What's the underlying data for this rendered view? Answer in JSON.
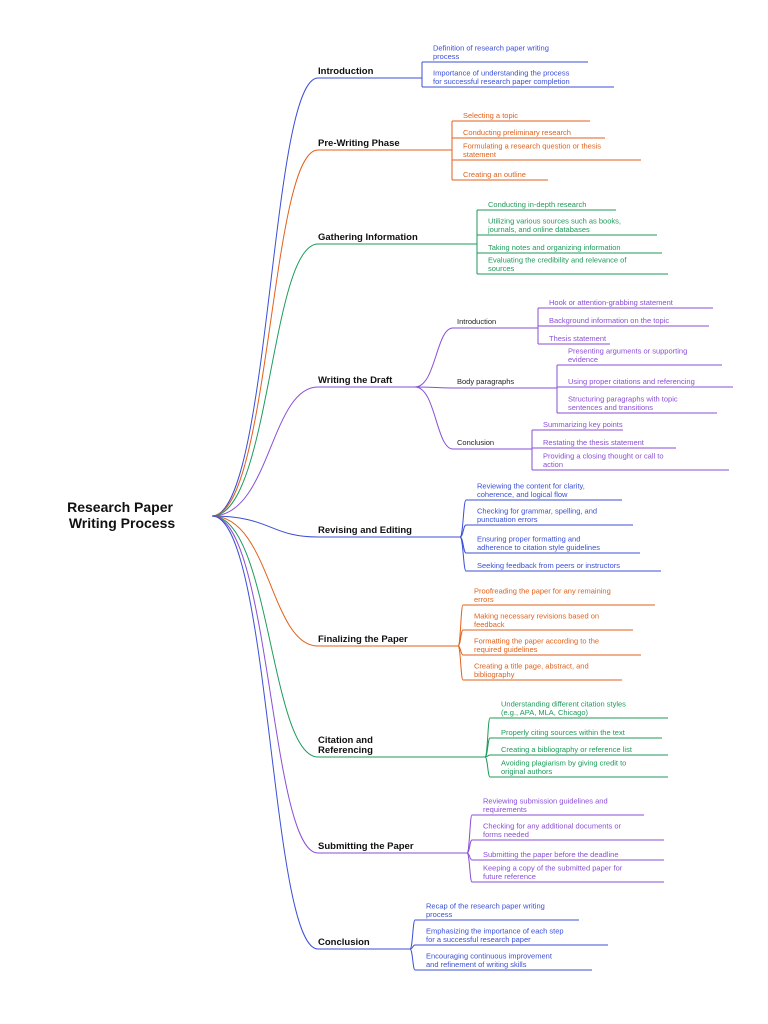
{
  "root": {
    "lines": [
      "Research Paper",
      "Writing Process"
    ]
  },
  "colors": {
    "blue": "#3b4fd6",
    "orange": "#e2611b",
    "green": "#1e9a5a",
    "purple": "#8a4fd6"
  },
  "branches": [
    {
      "lines": [
        "Introduction"
      ],
      "color": "blue",
      "leaves": [
        [
          "Definition of research paper writing",
          "process"
        ],
        [
          "Importance of understanding the process",
          "for successful research paper completion"
        ]
      ]
    },
    {
      "lines": [
        "Pre-Writing Phase"
      ],
      "color": "orange",
      "leaves": [
        [
          "Selecting a topic"
        ],
        [
          "Conducting preliminary research"
        ],
        [
          "Formulating a research question or thesis",
          "statement"
        ],
        [
          "Creating an outline"
        ]
      ]
    },
    {
      "lines": [
        "Gathering Information"
      ],
      "color": "green",
      "leaves": [
        [
          "Conducting in-depth research"
        ],
        [
          "Utilizing various sources such as books,",
          "journals, and online databases"
        ],
        [
          "Taking notes and organizing information"
        ],
        [
          "Evaluating the credibility and relevance of",
          "sources"
        ]
      ]
    },
    {
      "lines": [
        "Writing the Draft"
      ],
      "color": "purple",
      "subs": [
        {
          "label": "Introduction",
          "leaves": [
            [
              "Hook or attention-grabbing statement"
            ],
            [
              "Background information on the topic"
            ],
            [
              "Thesis statement"
            ]
          ]
        },
        {
          "label": "Body paragraphs",
          "leaves": [
            [
              "Presenting arguments or supporting",
              "evidence"
            ],
            [
              "Using proper citations and referencing"
            ],
            [
              "Structuring paragraphs with topic",
              "sentences and transitions"
            ]
          ]
        },
        {
          "label": "Conclusion",
          "leaves": [
            [
              "Summarizing key points"
            ],
            [
              "Restating the thesis statement"
            ],
            [
              "Providing a closing thought or call to",
              "action"
            ]
          ]
        }
      ]
    },
    {
      "lines": [
        "Revising and Editing"
      ],
      "color": "blue",
      "leaves": [
        [
          "Reviewing the content for clarity,",
          "coherence, and logical flow"
        ],
        [
          "Checking for grammar, spelling, and",
          "punctuation errors"
        ],
        [
          "Ensuring proper formatting and",
          "adherence to citation style guidelines"
        ],
        [
          "Seeking feedback from peers or instructors"
        ]
      ]
    },
    {
      "lines": [
        "Finalizing the Paper"
      ],
      "color": "orange",
      "leaves": [
        [
          "Proofreading the paper for any remaining",
          "errors"
        ],
        [
          "Making necessary revisions based on",
          "feedback"
        ],
        [
          "Formatting the paper according to the",
          "required guidelines"
        ],
        [
          "Creating a title page, abstract, and",
          "bibliography"
        ]
      ]
    },
    {
      "lines": [
        "Citation and",
        "Referencing"
      ],
      "color": "green",
      "leaves": [
        [
          "Understanding different citation styles",
          "(e.g., APA, MLA, Chicago)"
        ],
        [
          "Properly citing sources within the text"
        ],
        [
          "Creating a bibliography or reference list"
        ],
        [
          "Avoiding plagiarism by giving credit to",
          "original authors"
        ]
      ]
    },
    {
      "lines": [
        "Submitting the Paper"
      ],
      "color": "purple",
      "leaves": [
        [
          "Reviewing submission guidelines and",
          "requirements"
        ],
        [
          "Checking for any additional documents or",
          "forms needed"
        ],
        [
          "Submitting the paper before the deadline"
        ],
        [
          "Keeping a copy of the submitted paper for",
          "future reference"
        ]
      ]
    },
    {
      "lines": [
        "Conclusion"
      ],
      "color": "blue",
      "leaves": [
        [
          "Recap of the research paper writing",
          "process"
        ],
        [
          "Emphasizing the importance of each step",
          "for a successful research paper"
        ],
        [
          "Encouraging continuous improvement",
          "and refinement of writing skills"
        ]
      ]
    }
  ]
}
